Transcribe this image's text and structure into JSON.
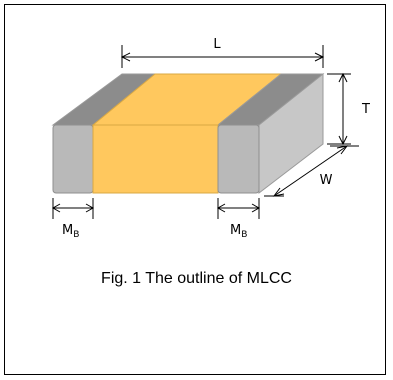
{
  "labels": {
    "length": "L",
    "thickness": "T",
    "width": "W",
    "band_main": "M",
    "band_sub": "B"
  },
  "caption": "Fig. 1 The outline of MLCC",
  "colors": {
    "body": "#FFC85E",
    "terminal_front": "#B9B9B9",
    "terminal_top": "#8C8C8C",
    "terminal_side": "#C7C7C7"
  }
}
